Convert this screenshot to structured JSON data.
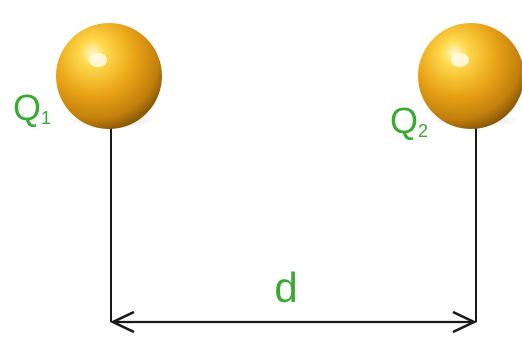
{
  "charges": [
    {
      "symbol": "Q",
      "subscript": "1"
    },
    {
      "symbol": "Q",
      "subscript": "2"
    }
  ],
  "distance_label": "d",
  "colors": {
    "label": "#3aaa35",
    "sphere_base": "#e8a317",
    "sphere_highlight": "#fff6c8",
    "sphere_shadow": "#a86a08",
    "line": "#1a1a1a"
  }
}
